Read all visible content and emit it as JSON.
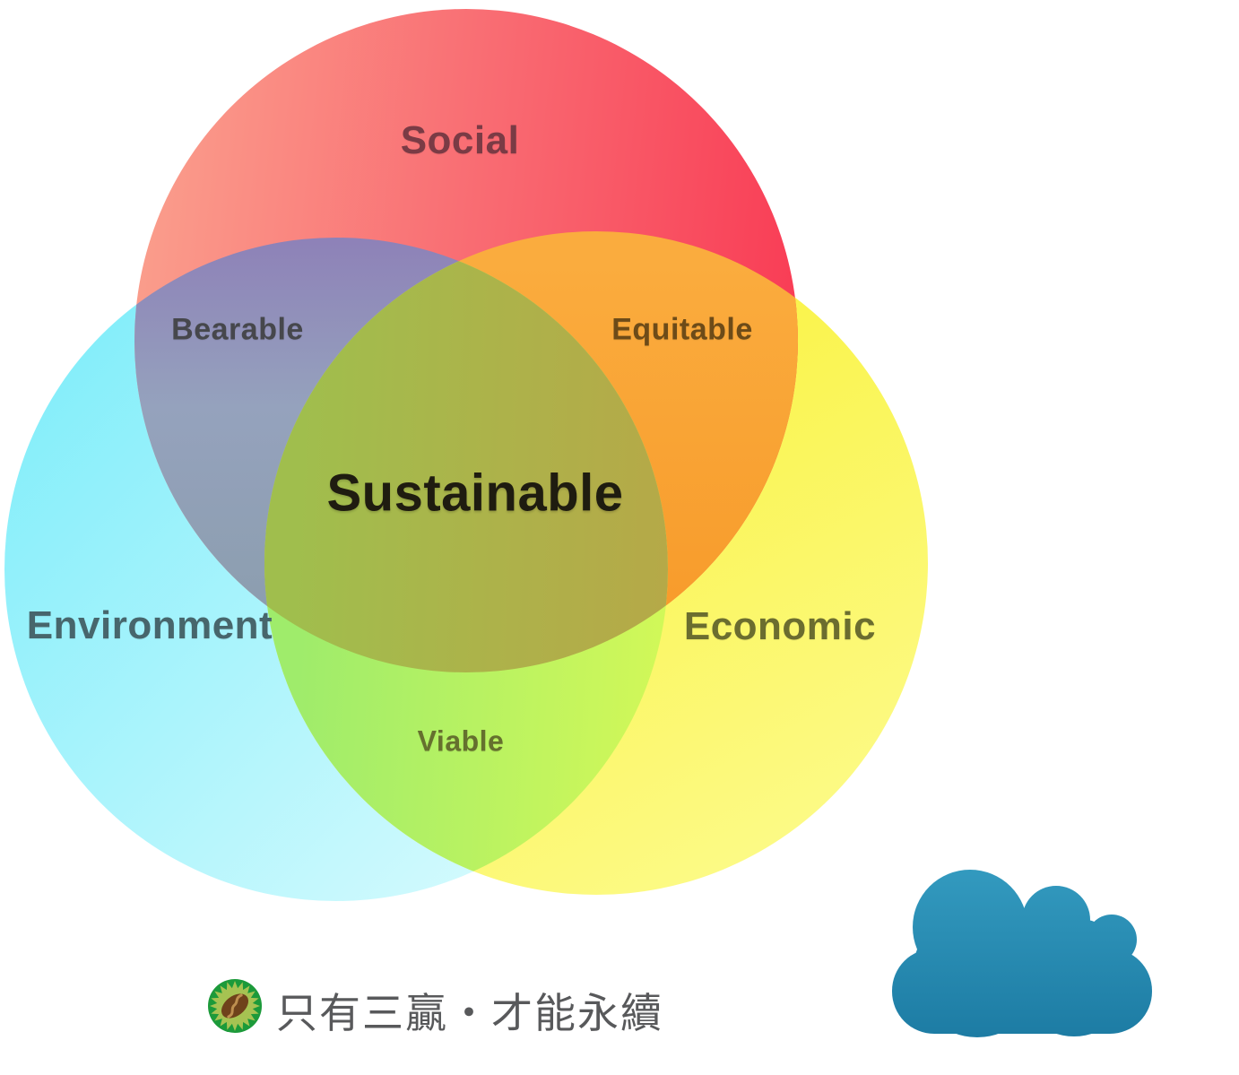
{
  "diagram": {
    "type": "venn",
    "circles": {
      "social": {
        "label": "Social",
        "color": "#f93e57"
      },
      "environment": {
        "label": "Environment",
        "color": "#8feffa"
      },
      "economic": {
        "label": "Economic",
        "color": "#faf65a"
      }
    },
    "overlaps": {
      "bearable": {
        "label": "Bearable",
        "between": [
          "Social",
          "Environment"
        ],
        "color": "#93a0b8"
      },
      "equitable": {
        "label": "Equitable",
        "between": [
          "Social",
          "Economic"
        ],
        "color": "#f9a437"
      },
      "viable": {
        "label": "Viable",
        "between": [
          "Environment",
          "Economic"
        ],
        "color": "#bdf25f"
      },
      "sustainable": {
        "label": "Sustainable",
        "between": [
          "Social",
          "Environment",
          "Economic"
        ],
        "color": "#adb44b"
      }
    }
  },
  "footer": {
    "logo_icon": "coffee-bean-sunburst-logo",
    "logo_colors": {
      "ring": "#1c9a3a",
      "burst": "#a6c352",
      "bean": "#6f421b"
    },
    "tagline": "只有三贏・才能永續"
  },
  "decoration": {
    "cloud_icon": "cloud",
    "cloud_color_top": "#339abf",
    "cloud_color_bottom": "#1d7ca4"
  }
}
